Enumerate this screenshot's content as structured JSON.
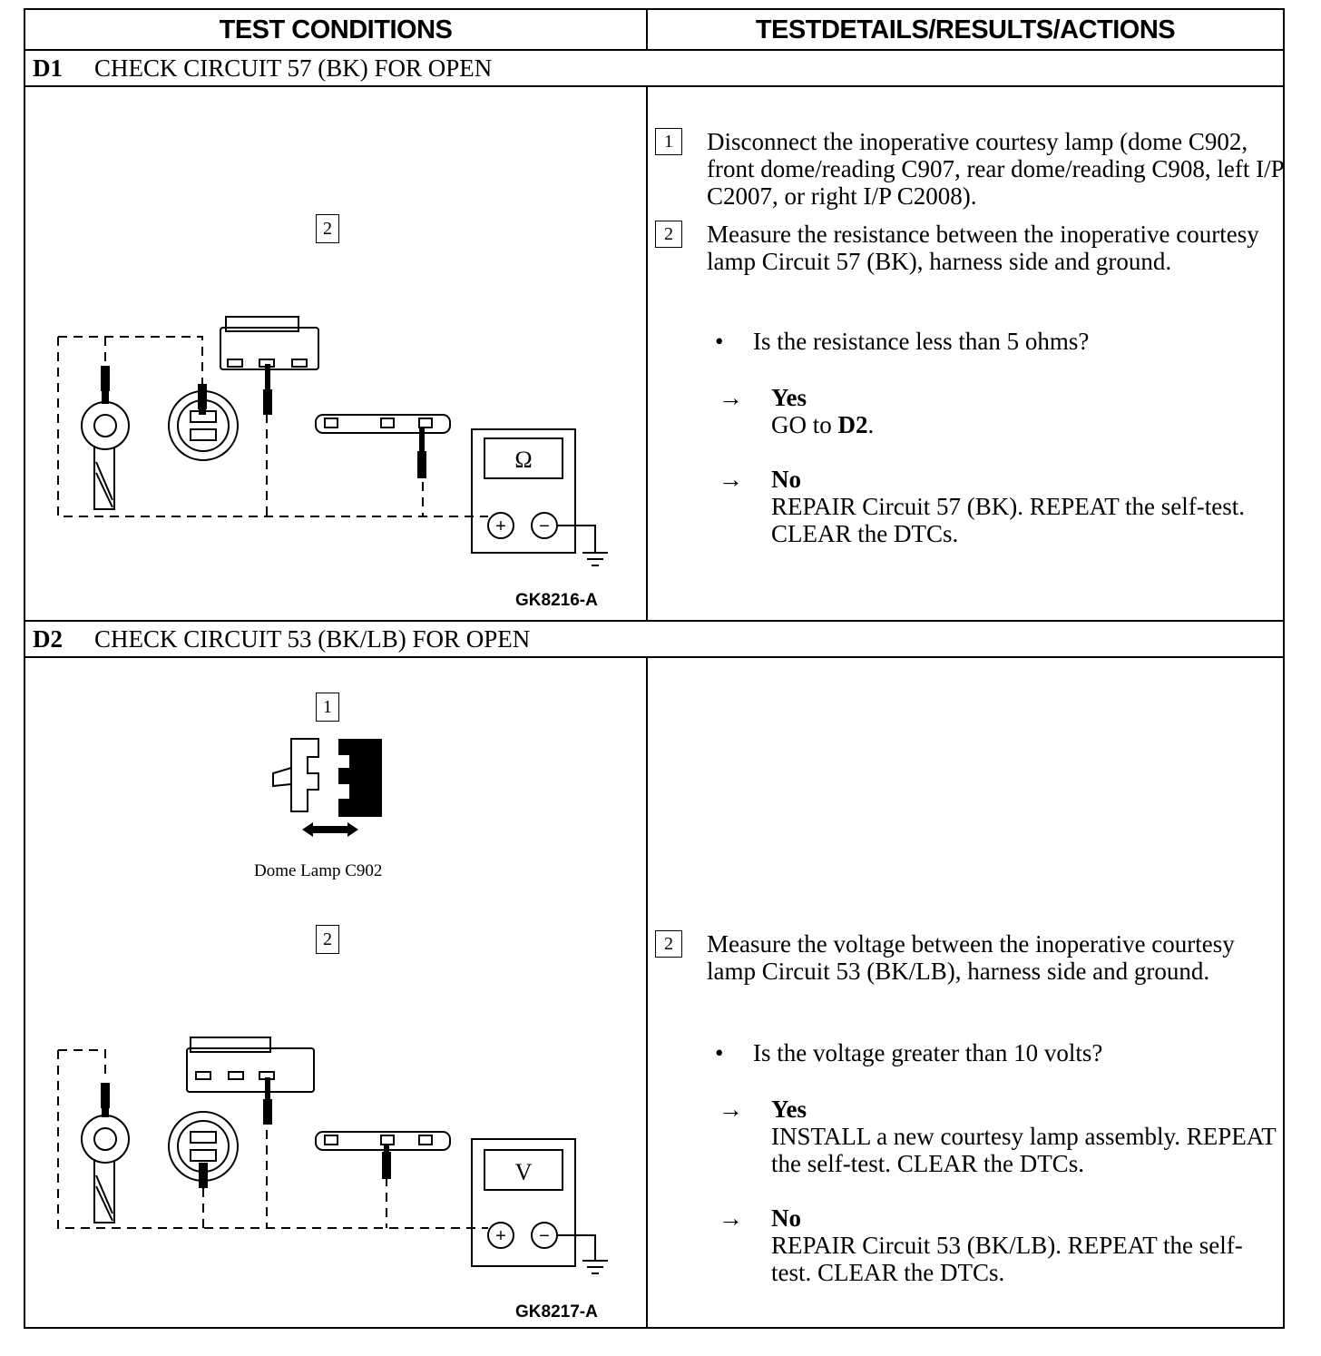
{
  "header": {
    "left": "TEST CONDITIONS",
    "right": "TESTDETAILS/RESULTS/ACTIONS"
  },
  "d1": {
    "id": "D1",
    "title": "CHECK CIRCUIT 57 (BK) FOR OPEN",
    "figure_step": "2",
    "figure_code": "GK8216-A",
    "meter_symbol": "Ω",
    "steps": [
      {
        "num": "1",
        "text": "Disconnect the inoperative courtesy lamp (dome C902, front dome/reading C907, rear dome/reading C908, left I/P C2007, or right I/P C2008)."
      },
      {
        "num": "2",
        "text": "Measure the resistance between the inoperative courtesy lamp Circuit 57 (BK), harness side and ground."
      }
    ],
    "question": "Is the resistance less than 5 ohms?",
    "yes_label": "Yes",
    "yes_text_prefix": "GO to ",
    "yes_text_bold": "D2",
    "yes_text_suffix": ".",
    "no_label": "No",
    "no_text": "REPAIR Circuit 57 (BK). REPEAT the self-test. CLEAR the DTCs."
  },
  "d2": {
    "id": "D2",
    "title": "CHECK CIRCUIT 53 (BK/LB) FOR OPEN",
    "figure_step1": "1",
    "figure_caption": "Dome Lamp C902",
    "figure_step2": "2",
    "figure_code": "GK8217-A",
    "meter_symbol": "V",
    "step": {
      "num": "2",
      "text": "Measure the voltage between the inoperative courtesy lamp Circuit 53 (BK/LB), harness side and ground."
    },
    "question": "Is the voltage greater than 10 volts?",
    "yes_label": "Yes",
    "yes_text": "INSTALL a new courtesy lamp assembly. REPEAT the self-test. CLEAR the DTCs.",
    "no_label": "No",
    "no_text": "REPAIR Circuit 53 (BK/LB). REPEAT the self-test. CLEAR the DTCs."
  },
  "symbols": {
    "arrow": "→",
    "bullet": "•",
    "plus": "+",
    "minus": "−"
  }
}
